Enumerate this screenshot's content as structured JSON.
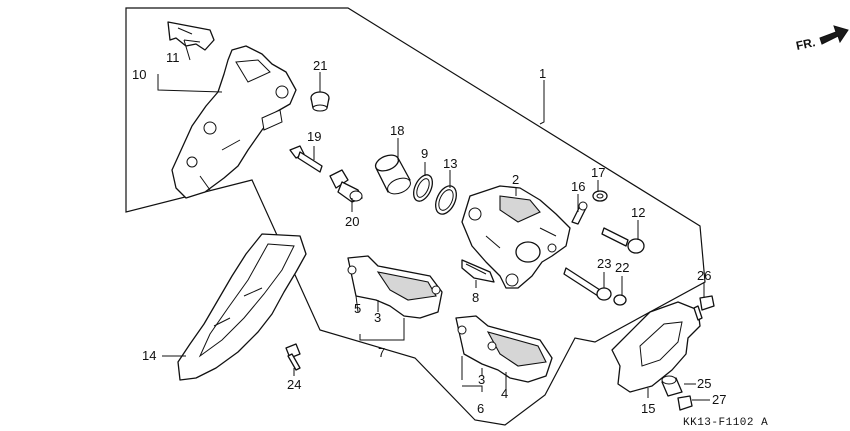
{
  "diagram": {
    "drawing_code": "KK13-F1102 A",
    "direction_label": "FR.",
    "callouts": {
      "p1": "1",
      "p2": "2",
      "p3a": "3",
      "p3b": "3",
      "p4": "4",
      "p5": "5",
      "p6": "6",
      "p7": "7",
      "p8": "8",
      "p9": "9",
      "p10": "10",
      "p11": "11",
      "p12": "12",
      "p13": "13",
      "p14": "14",
      "p15": "15",
      "p16": "16",
      "p17": "17",
      "p18": "18",
      "p19": "19",
      "p20": "20",
      "p21": "21",
      "p22": "22",
      "p23": "23",
      "p24": "24",
      "p25": "25",
      "p26": "26",
      "p27": "27"
    }
  }
}
